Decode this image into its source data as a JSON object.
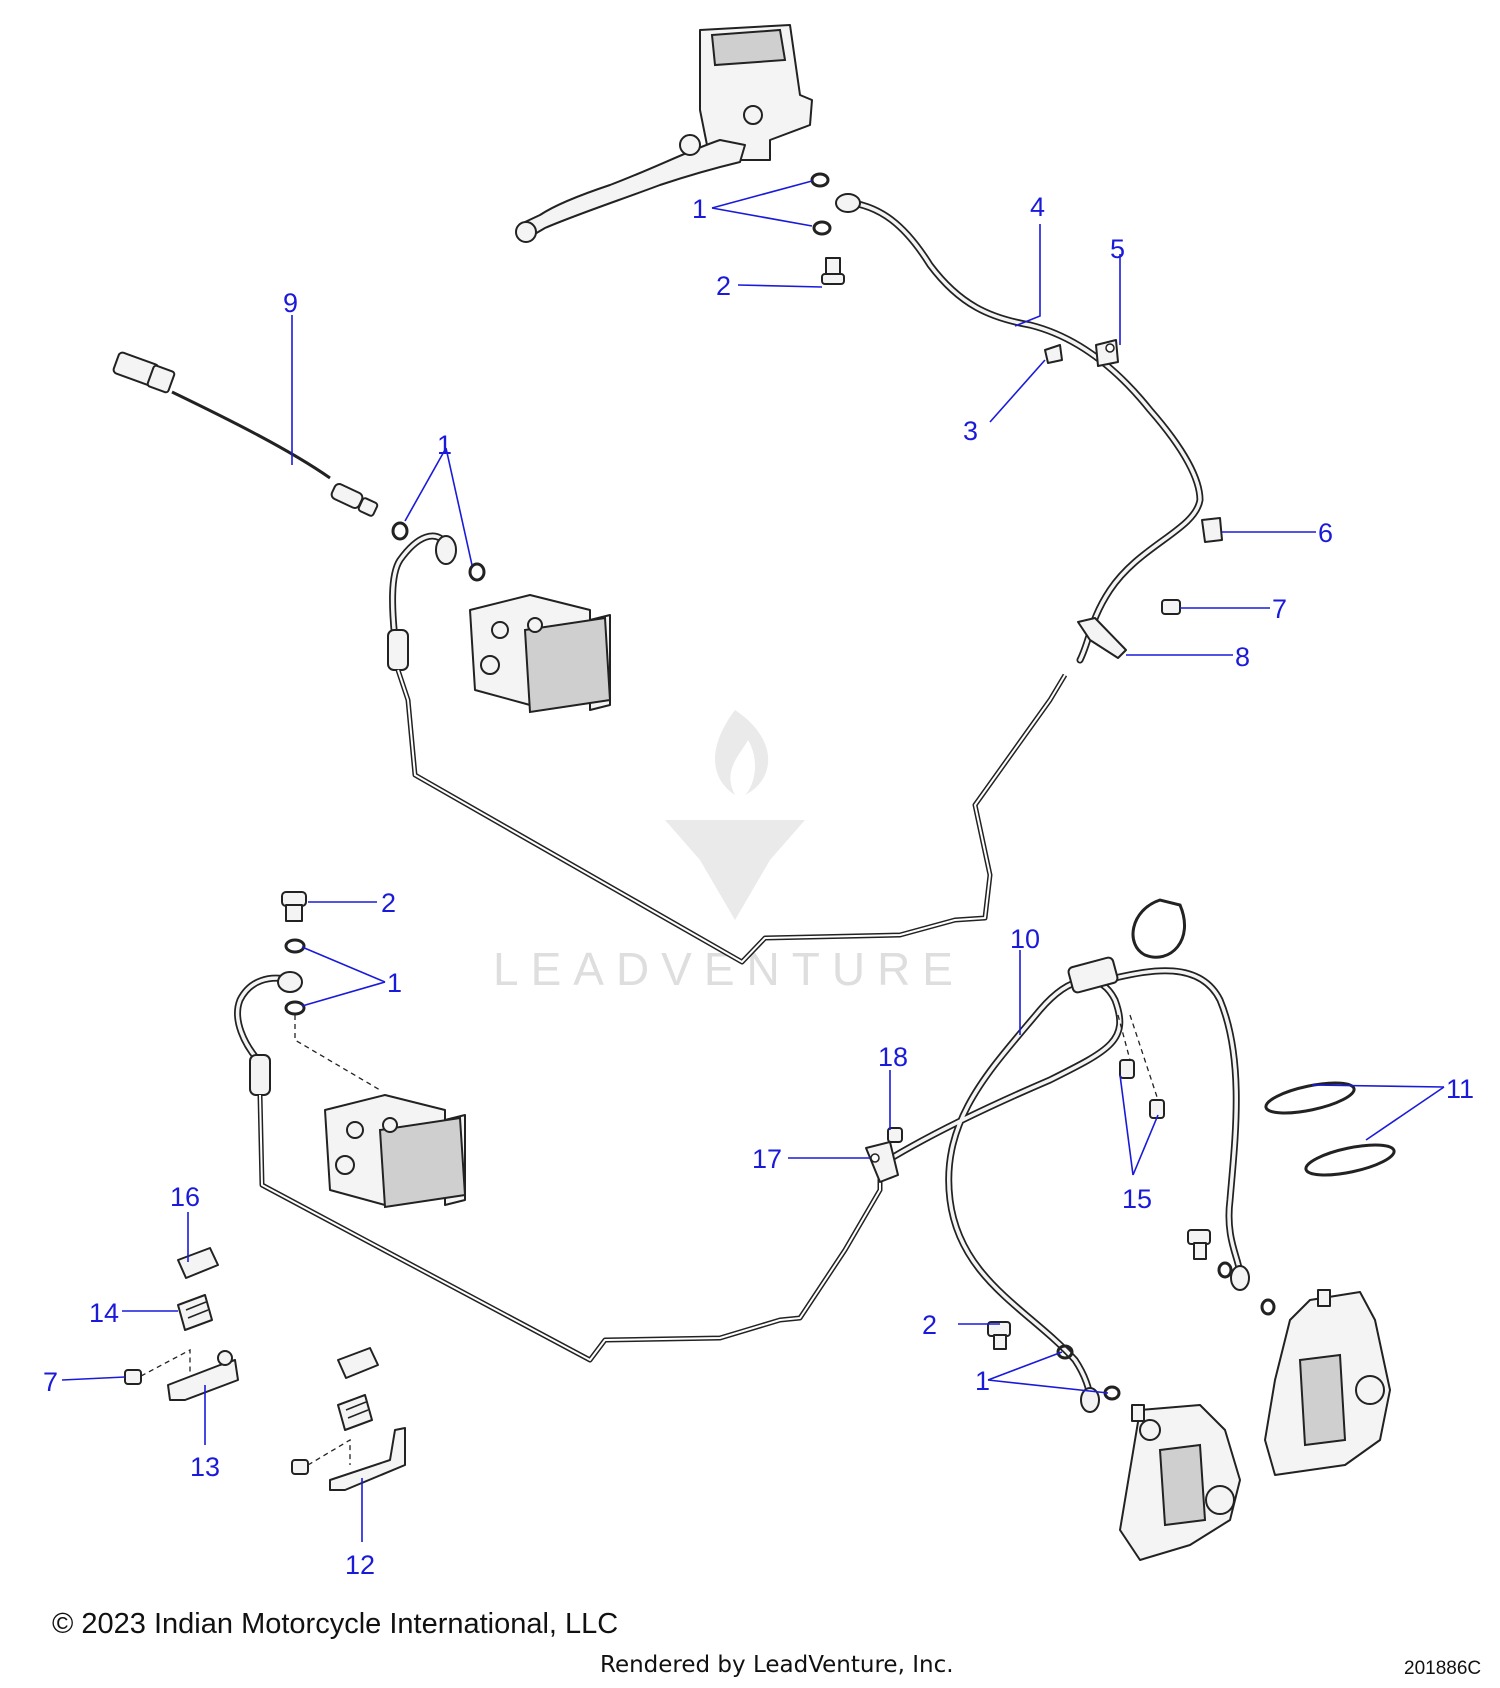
{
  "callouts": [
    {
      "label": "1"
    },
    {
      "label": "2"
    },
    {
      "label": "4"
    },
    {
      "label": "5"
    },
    {
      "label": "3"
    },
    {
      "label": "9"
    },
    {
      "label": "1"
    },
    {
      "label": "6"
    },
    {
      "label": "7"
    },
    {
      "label": "8"
    },
    {
      "label": "2"
    },
    {
      "label": "1"
    },
    {
      "label": "10"
    },
    {
      "label": "18"
    },
    {
      "label": "11"
    },
    {
      "label": "17"
    },
    {
      "label": "15"
    },
    {
      "label": "16"
    },
    {
      "label": "14"
    },
    {
      "label": "7"
    },
    {
      "label": "13"
    },
    {
      "label": "2"
    },
    {
      "label": "1"
    },
    {
      "label": "12"
    }
  ],
  "watermark": {
    "text": "LEADVENTURE"
  },
  "footer": {
    "copyright": "© 2023 Indian Motorcycle International, LLC",
    "rendered_by": "Rendered by LeadVenture, Inc.",
    "diagram_id": "201886C"
  }
}
